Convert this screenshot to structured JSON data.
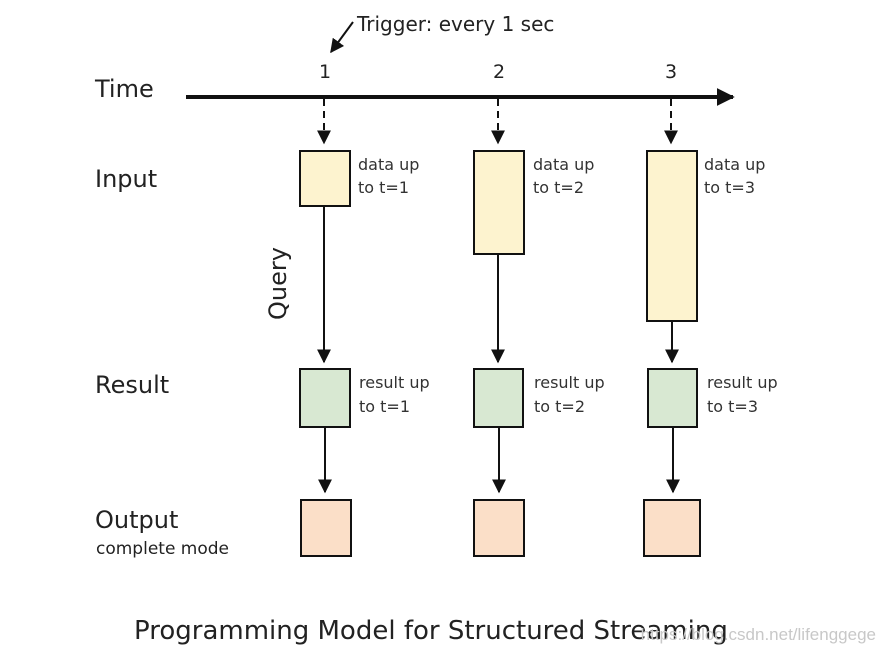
{
  "trigger_annotation": "Trigger: every 1 sec",
  "row_labels": {
    "time": "Time",
    "input": "Input",
    "result": "Result",
    "output": "Output",
    "output_mode": "complete mode"
  },
  "query_label": "Query",
  "columns": [
    {
      "tick": "1",
      "input_note": [
        "data up",
        "to t=1"
      ],
      "result_note": [
        "result up",
        "to t=1"
      ]
    },
    {
      "tick": "2",
      "input_note": [
        "data up",
        "to t=2"
      ],
      "result_note": [
        "result up",
        "to t=2"
      ]
    },
    {
      "tick": "3",
      "input_note": [
        "data up",
        "to t=3"
      ],
      "result_note": [
        "result up",
        "to t=3"
      ]
    }
  ],
  "caption": "Programming Model for Structured Streaming",
  "watermark": "https://blog.csdn.net/lifenggege",
  "colors": {
    "input_fill": "#fdf3cf",
    "result_fill": "#d8e8d2",
    "output_fill": "#fbdfc8",
    "stroke": "#111111"
  }
}
